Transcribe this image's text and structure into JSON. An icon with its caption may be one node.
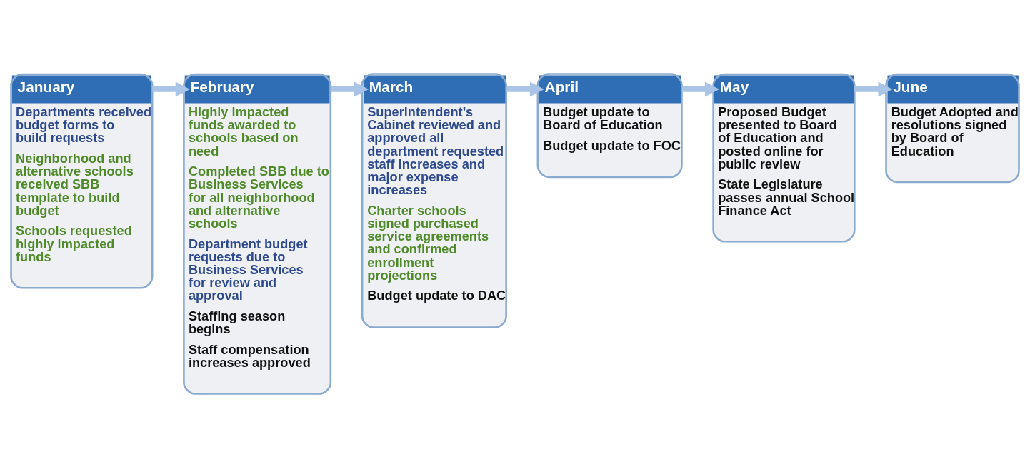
{
  "diagram": {
    "nodes": [
      {
        "text": [
          "January",
          "Departments received budget forms to build requests",
          "Neighborhood and alternative schools received SBB template to build budget",
          "Schools requested highly impacted funds"
        ]
      },
      {
        "text": [
          "February",
          "Highly impacted funds awarded to schools based on need",
          "Completed SBB due to Business Services for all neighborhood and alternative schools",
          "Department budget requests due to Business Services for review and approval",
          "Staffing season begins",
          "Staff compensation increases approved"
        ]
      },
      {
        "text": [
          "March",
          "Superintendent’s Cabinet reviewed and approved all department requested staff increases and major expense increases",
          "Charter schools signed purchased service agreements and confirmed enrollment projections",
          "Budget update to DAC"
        ]
      },
      {
        "text": [
          "April",
          "Budget update to Board of Education",
          "Budget update to FOC"
        ]
      },
      {
        "text": [
          "May",
          "Proposed Budget presented to Board of Education and posted online for public review",
          "State Legislature passes annual School Finance Act"
        ]
      },
      {
        "text": [
          "June",
          "Budget Adopted and resolutions signed by Board of Education"
        ]
      }
    ],
    "edges": [
      {
        "from": 0,
        "to": 1,
        "arrow": "to"
      },
      {
        "from": 1,
        "to": 2,
        "arrow": "to"
      },
      {
        "from": 2,
        "to": 3,
        "arrow": "to"
      },
      {
        "from": 3,
        "to": 4,
        "arrow": "to"
      },
      {
        "from": 4,
        "to": 5,
        "arrow": "to"
      }
    ]
  }
}
